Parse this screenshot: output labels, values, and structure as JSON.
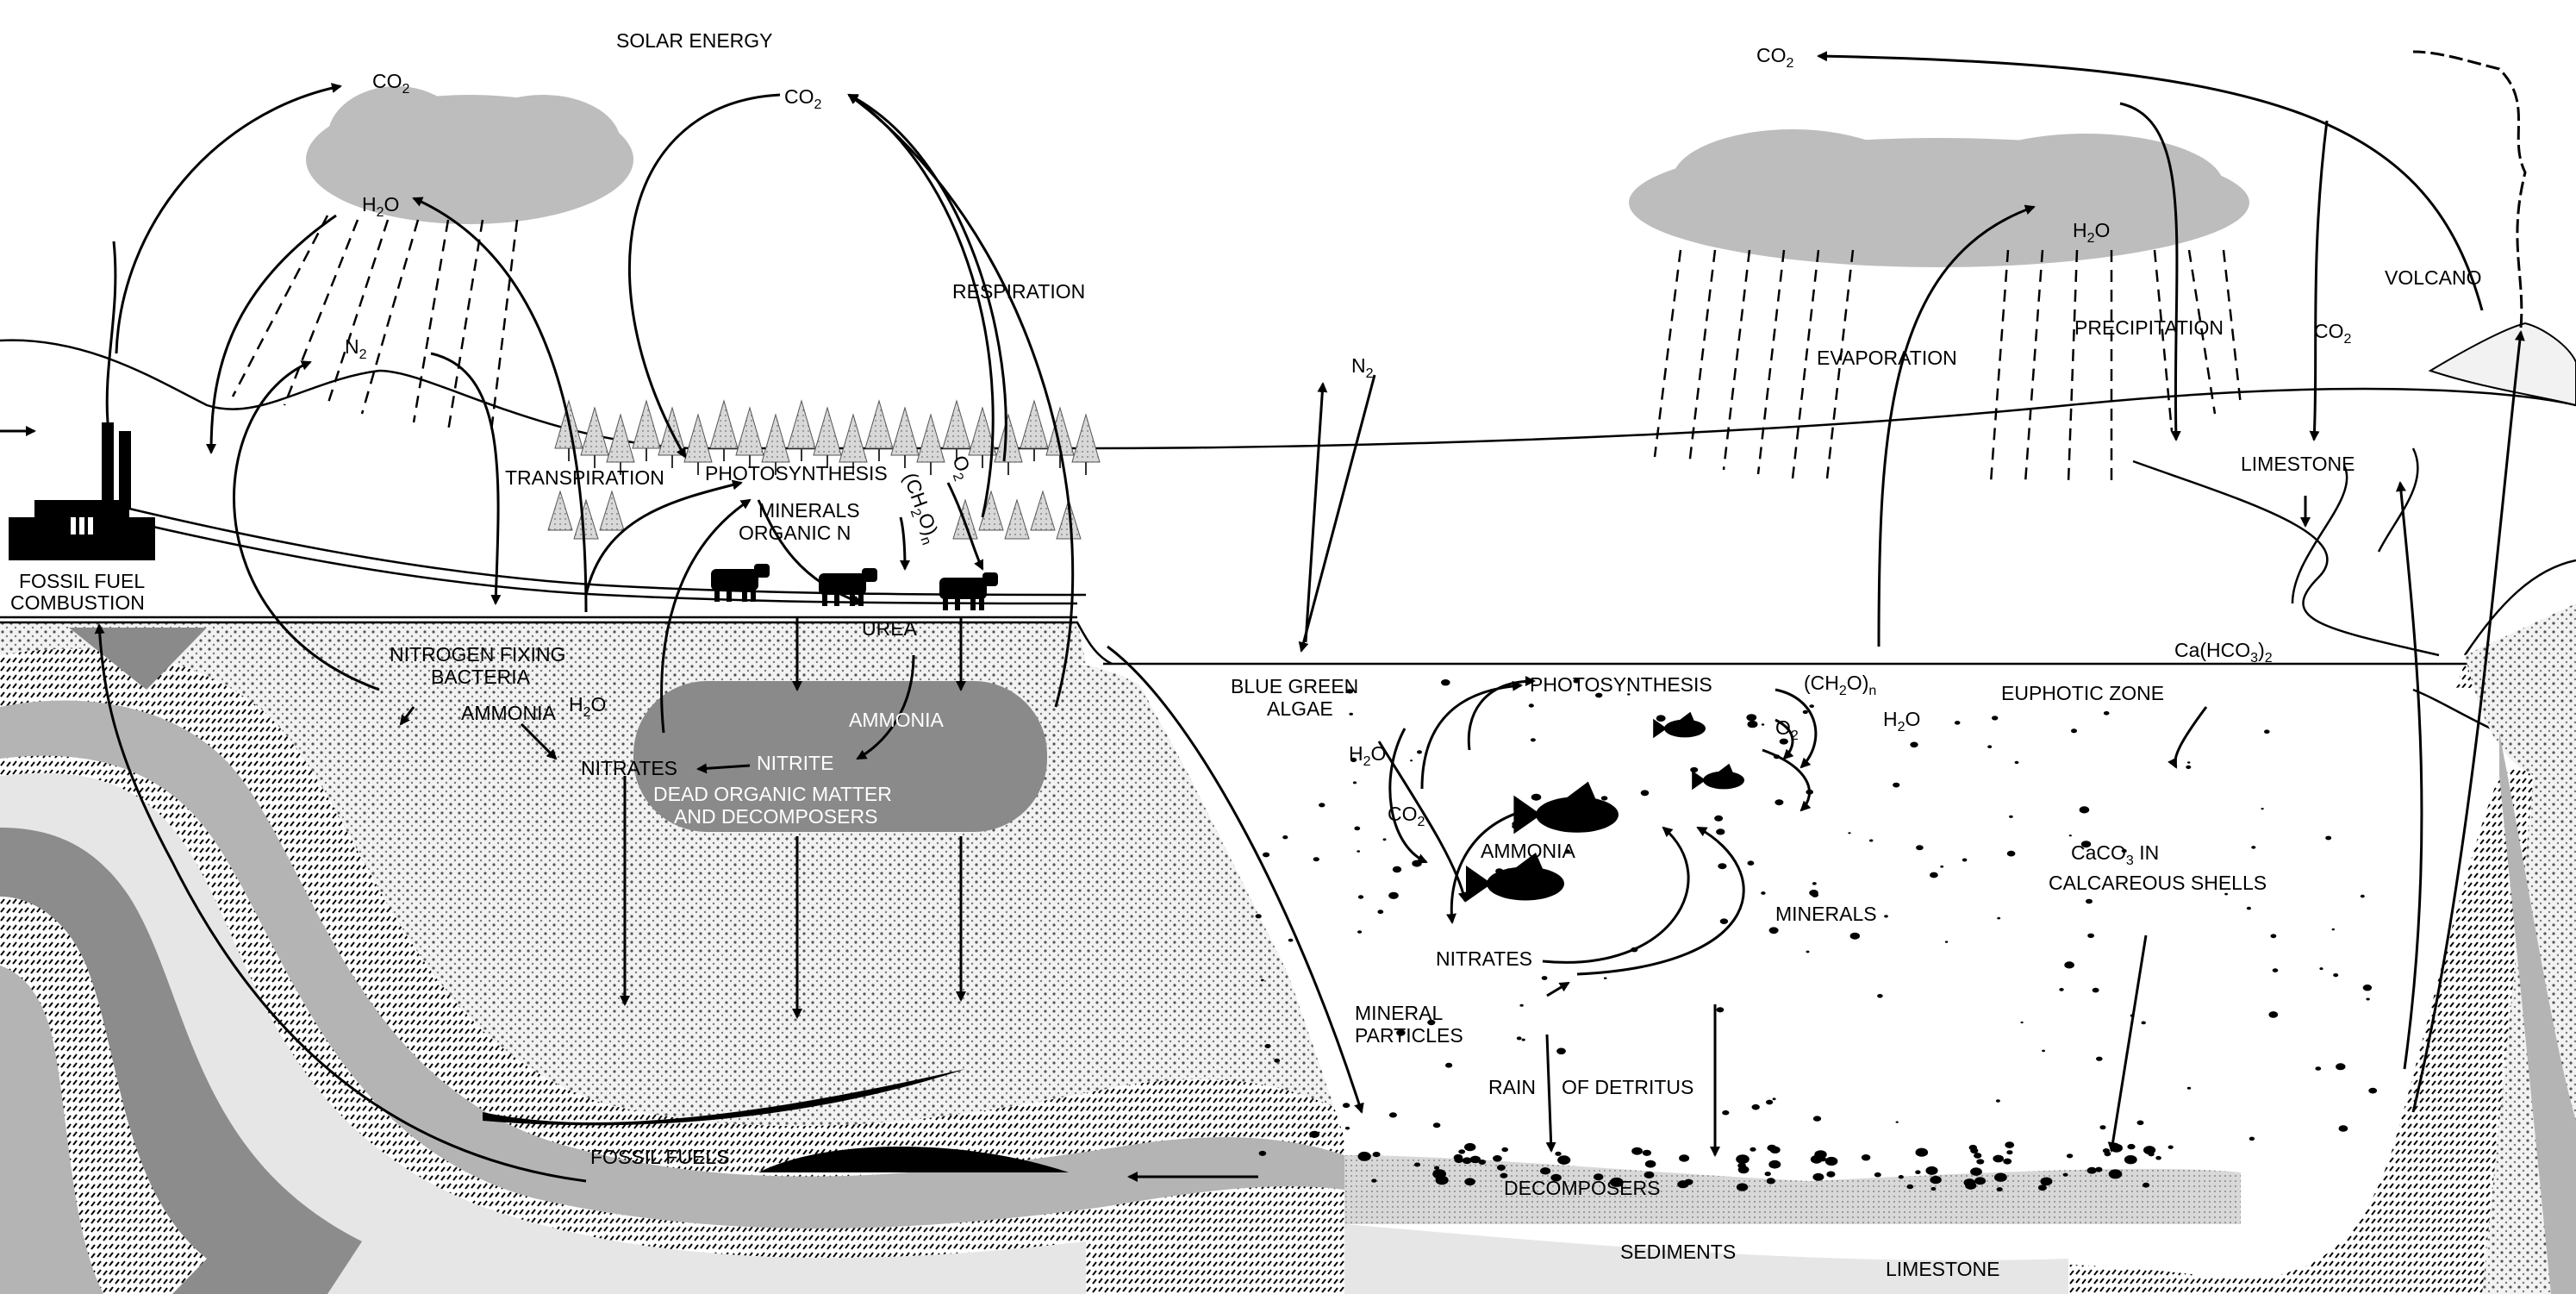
{
  "diagram": {
    "labels": {
      "solar_energy": "SOLAR ENERGY",
      "co2_left": "CO",
      "co2_center": "CO",
      "co2_right_top": "CO",
      "co2_volcano": "CO",
      "co2_ocean": "CO",
      "h2o_cloud_left": "H",
      "h2o_cloud_right": "H",
      "h2o_soil": "H",
      "h2o_ocean_left": "H",
      "h2o_ocean_right": "H",
      "n2_land": "N",
      "n2_ocean": "N",
      "sub_2": "2",
      "sub_o": "O",
      "respiration": "RESPIRATION",
      "transpiration": "TRANSPIRATION",
      "photosynthesis_land": "PHOTOSYNTHESIS",
      "minerals_organic_1": "MINERALS",
      "minerals_organic_2": "ORGANIC N",
      "ch2o_land": "(CH",
      "o2_land": "O",
      "fossil_fuel_1": "FOSSIL FUEL",
      "fossil_fuel_2": "COMBUSTION",
      "urea": "UREA",
      "nitrogen_fixing_1": "NITROGEN FIXING",
      "nitrogen_fixing_2": "BACTERIA",
      "ammonia_land": "AMMONIA",
      "nitrates_land": "NITRATES",
      "ammonia_pool": "AMMONIA",
      "nitrite": "NITRITE",
      "dead_organic_1": "DEAD ORGANIC MATTER",
      "dead_organic_2": "AND DECOMPOSERS",
      "fossil_fuels": "FOSSIL FUELS",
      "blue_green_1": "BLUE GREEN",
      "blue_green_2": "ALGAE",
      "photosynthesis_ocean": "PHOTOSYNTHESIS",
      "ch2o_ocean": "(CH",
      "sub_n": "n",
      "o2_ocean": "O",
      "ammonia_ocean": "AMMONIA",
      "nitrates_ocean": "NITRATES",
      "minerals_ocean": "MINERALS",
      "mineral_particles_1": "MINERAL",
      "mineral_particles_2": "PARTICLES",
      "rain": "RAIN",
      "of_detritus": "OF DETRITUS",
      "decomposers": "DECOMPOSERS",
      "sediments": "SEDIMENTS",
      "limestone_bottom": "LIMESTONE",
      "limestone_top": "LIMESTONE",
      "evaporation": "EVAPORATION",
      "precipitation": "PRECIPITATION",
      "volcano": "VOLCANO",
      "ca_hco3": "Ca(HCO",
      "sub_3": "3",
      "close_paren": ")",
      "euphotic_zone": "EUPHOTIC ZONE",
      "caco3_1": "CaCO",
      "caco3_1_rest": " IN",
      "caco3_2": "CALCAREOUS SHELLS"
    }
  },
  "colors": {
    "cloud": "#bdbdbd",
    "pool": "#8a8a8a",
    "strata_light": "#e6e6e6",
    "strata_mid": "#b4b4b4",
    "strata_dark": "#8c8c8c",
    "fossil_fuel": "#000000"
  },
  "icons": [
    "factory-icon",
    "cow-icon",
    "fish-icon",
    "tree-icon",
    "volcano-icon"
  ]
}
